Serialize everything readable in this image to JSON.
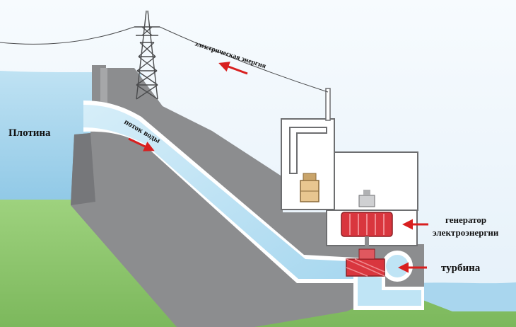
{
  "labels": {
    "dam": "Плотина",
    "water_flow": "поток воды",
    "electric_energy": "электрическая энергия",
    "generator_line1": "генератор",
    "generator_line2": "электроэнергии",
    "turbine": "турбина"
  },
  "colors": {
    "sky": "#eef5fb",
    "reservoir_water": "#a9d6ee",
    "dam_concrete": "#8c8d8f",
    "dam_shadow": "#6f7073",
    "ground": "#8dc66e",
    "pipe_water": "#bfe4f5",
    "pipe_border": "#ffffff",
    "building": "#ffffff",
    "generator": "#d9363e",
    "arrow": "#d81f1f"
  }
}
